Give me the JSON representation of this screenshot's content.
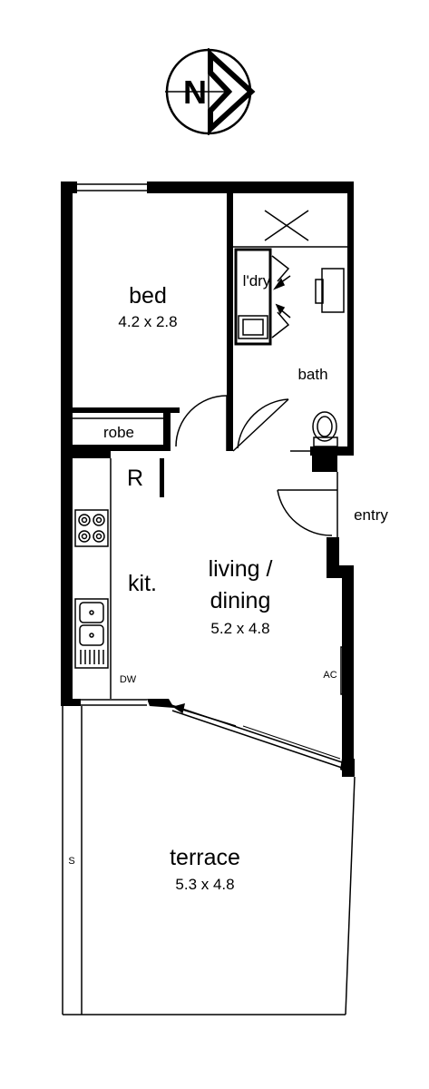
{
  "compass": {
    "letter": "N",
    "icon": "north-arrow"
  },
  "rooms": {
    "bed": {
      "name": "bed",
      "dims": "4.2 x 2.8"
    },
    "laundry": {
      "name": "l'dry"
    },
    "bath": {
      "name": "bath"
    },
    "robe": {
      "name": "robe"
    },
    "refrigerator": {
      "name": "R"
    },
    "kitchen": {
      "name": "kit."
    },
    "dishwasher": {
      "name": "DW"
    },
    "living": {
      "name_line1": "living /",
      "name_line2": "dining",
      "dims": "5.2 x 4.8"
    },
    "entry": {
      "name": "entry"
    },
    "aircon": {
      "name": "AC"
    },
    "terrace": {
      "name": "terrace",
      "dims": "5.3 x 4.8"
    },
    "storage": {
      "name": "S"
    }
  },
  "colors": {
    "wall": "#000000",
    "line": "#000000",
    "background": "#ffffff"
  }
}
